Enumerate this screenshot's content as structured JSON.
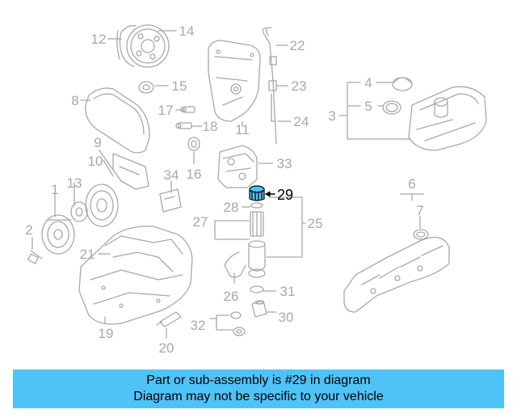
{
  "diagram": {
    "callouts": [
      "1",
      "2",
      "3",
      "4",
      "5",
      "6",
      "7",
      "8",
      "9",
      "10",
      "11",
      "12",
      "13",
      "14",
      "15",
      "16",
      "17",
      "18",
      "19",
      "20",
      "21",
      "22",
      "23",
      "24",
      "25",
      "26",
      "27",
      "28",
      "29",
      "30",
      "31",
      "32",
      "33",
      "34"
    ],
    "highlighted": "29",
    "colors": {
      "line": "#a8a8a8",
      "highlight": "#000000",
      "part_fill": "#4fc3f7",
      "banner": "#4fc3f7"
    }
  },
  "banner": {
    "line1": "Part or sub-assembly is #29 in diagram",
    "line2": "Diagram may not be specific to your vehicle"
  }
}
